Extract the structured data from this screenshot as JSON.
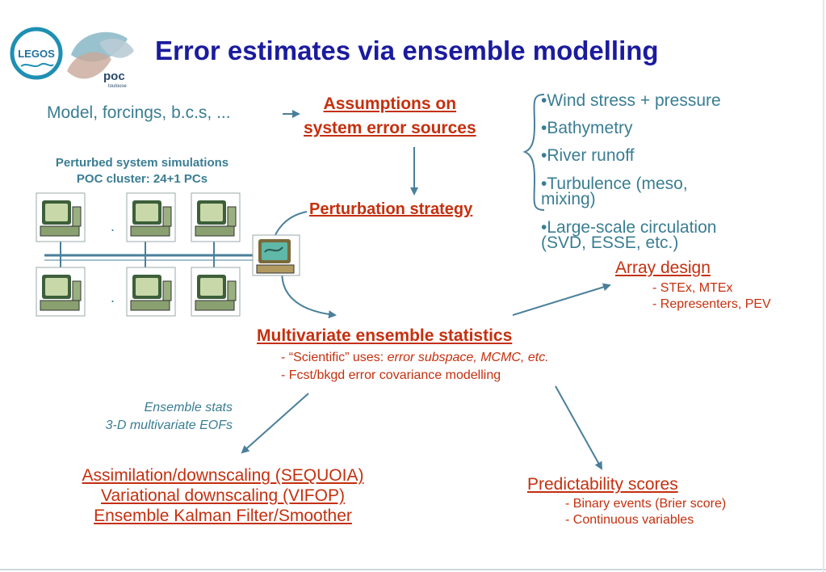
{
  "title": "Error estimates via ensemble modelling",
  "logos": {
    "legos_text": "LEGOS",
    "poc_text": "poc",
    "poc_sub": "toulouse"
  },
  "model_forcings": "Model, forcings, b.c.s, ...",
  "assumptions": {
    "line1": "Assumptions on",
    "line2": "system error sources"
  },
  "error_sources": [
    "•Wind stress + pressure",
    "•Bathymetry",
    "•River runoff",
    "•Turbulence (meso,",
    "mixing)",
    "•Large-scale circulation",
    "(SVD, ESSE, etc.)"
  ],
  "cluster": {
    "line1": "Perturbed system simulations",
    "line2": "POC cluster: 24+1 PCs",
    "dot": "."
  },
  "perturbation_strategy": "Perturbation strategy",
  "array_design": {
    "title": "Array design",
    "items": [
      "- STEx, MTEx",
      "- Representers, PEV"
    ]
  },
  "multivariate": {
    "title": "Multivariate ensemble statistics",
    "item1_prefix": "- “Scientific” uses: ",
    "item1_italic": "error subspace, MCMC, etc.",
    "item2": "- Fcst/bkgd error covariance modelling"
  },
  "ensemble_stats": {
    "line1": "Ensemble stats",
    "line2": "3-D multivariate EOFs"
  },
  "assimilation": {
    "line1": "Assimilation/downscaling (SEQUOIA)",
    "line2": "Variational downscaling (VIFOP)",
    "line3": "Ensemble Kalman Filter/Smoother"
  },
  "predictability": {
    "title": "Predictability scores",
    "items": [
      "- Binary events (Brier score)",
      "- Continuous variables"
    ]
  },
  "colors": {
    "title": "#1b1b9e",
    "teal": "#3a7d93",
    "red": "#c4300f",
    "arrow": "#4a7f9a"
  }
}
